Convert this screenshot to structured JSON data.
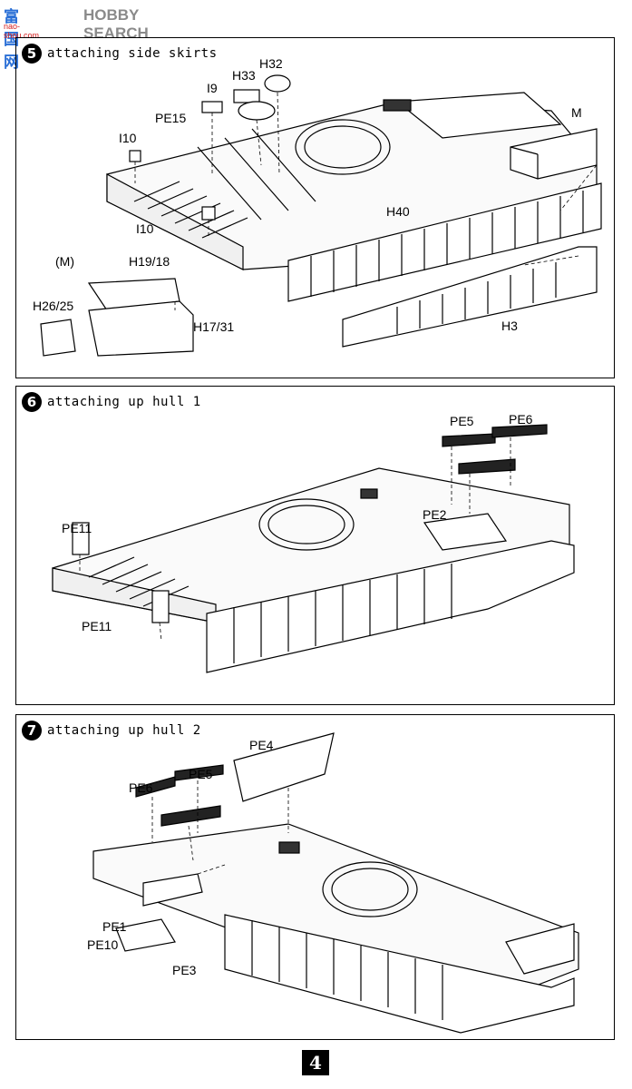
{
  "watermark": {
    "chars": "富国网",
    "word": "HOBBY SEARCH",
    "url": "nao-shou.com"
  },
  "steps": [
    {
      "number": "5",
      "title": "attaching side skirts",
      "labels": {
        "i9": "I9",
        "pe15": "PE15",
        "i10a": "I10",
        "i10b": "I10",
        "h33": "H33",
        "h32": "H32",
        "m": "M",
        "h40": "H40",
        "h3": "H3",
        "m_paren": "(M)",
        "h19_18": "H19/18",
        "h26_25": "H26/25",
        "h17_31": "H17/31"
      }
    },
    {
      "number": "6",
      "title": "attaching up hull 1",
      "labels": {
        "pe5": "PE5",
        "pe6": "PE6",
        "pe2": "PE2",
        "pe11a": "PE11",
        "pe11b": "PE11"
      }
    },
    {
      "number": "7",
      "title": "attaching up hull 2",
      "labels": {
        "pe4": "PE4",
        "pe6": "PE6",
        "pe5": "PE5",
        "pe1": "PE1",
        "pe10": "PE10",
        "pe3": "PE3"
      }
    }
  ],
  "page_number": "4"
}
